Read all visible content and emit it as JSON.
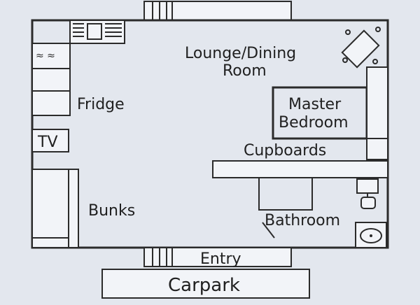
{
  "labels": {
    "lounge_line1": "Lounge/Dining",
    "lounge_line2": "Room",
    "fridge": "Fridge",
    "tv": "TV",
    "bunks": "Bunks",
    "master_line1": "Master",
    "master_line2": "Bedroom",
    "cupboards": "Cupboards",
    "bathroom": "Bathroom",
    "entry": "Entry",
    "carpark": "Carpark"
  },
  "colors": {
    "background": "#e3e7ee",
    "wall": "#2b2b2b",
    "fixture_fill": "#f2f4f8"
  }
}
